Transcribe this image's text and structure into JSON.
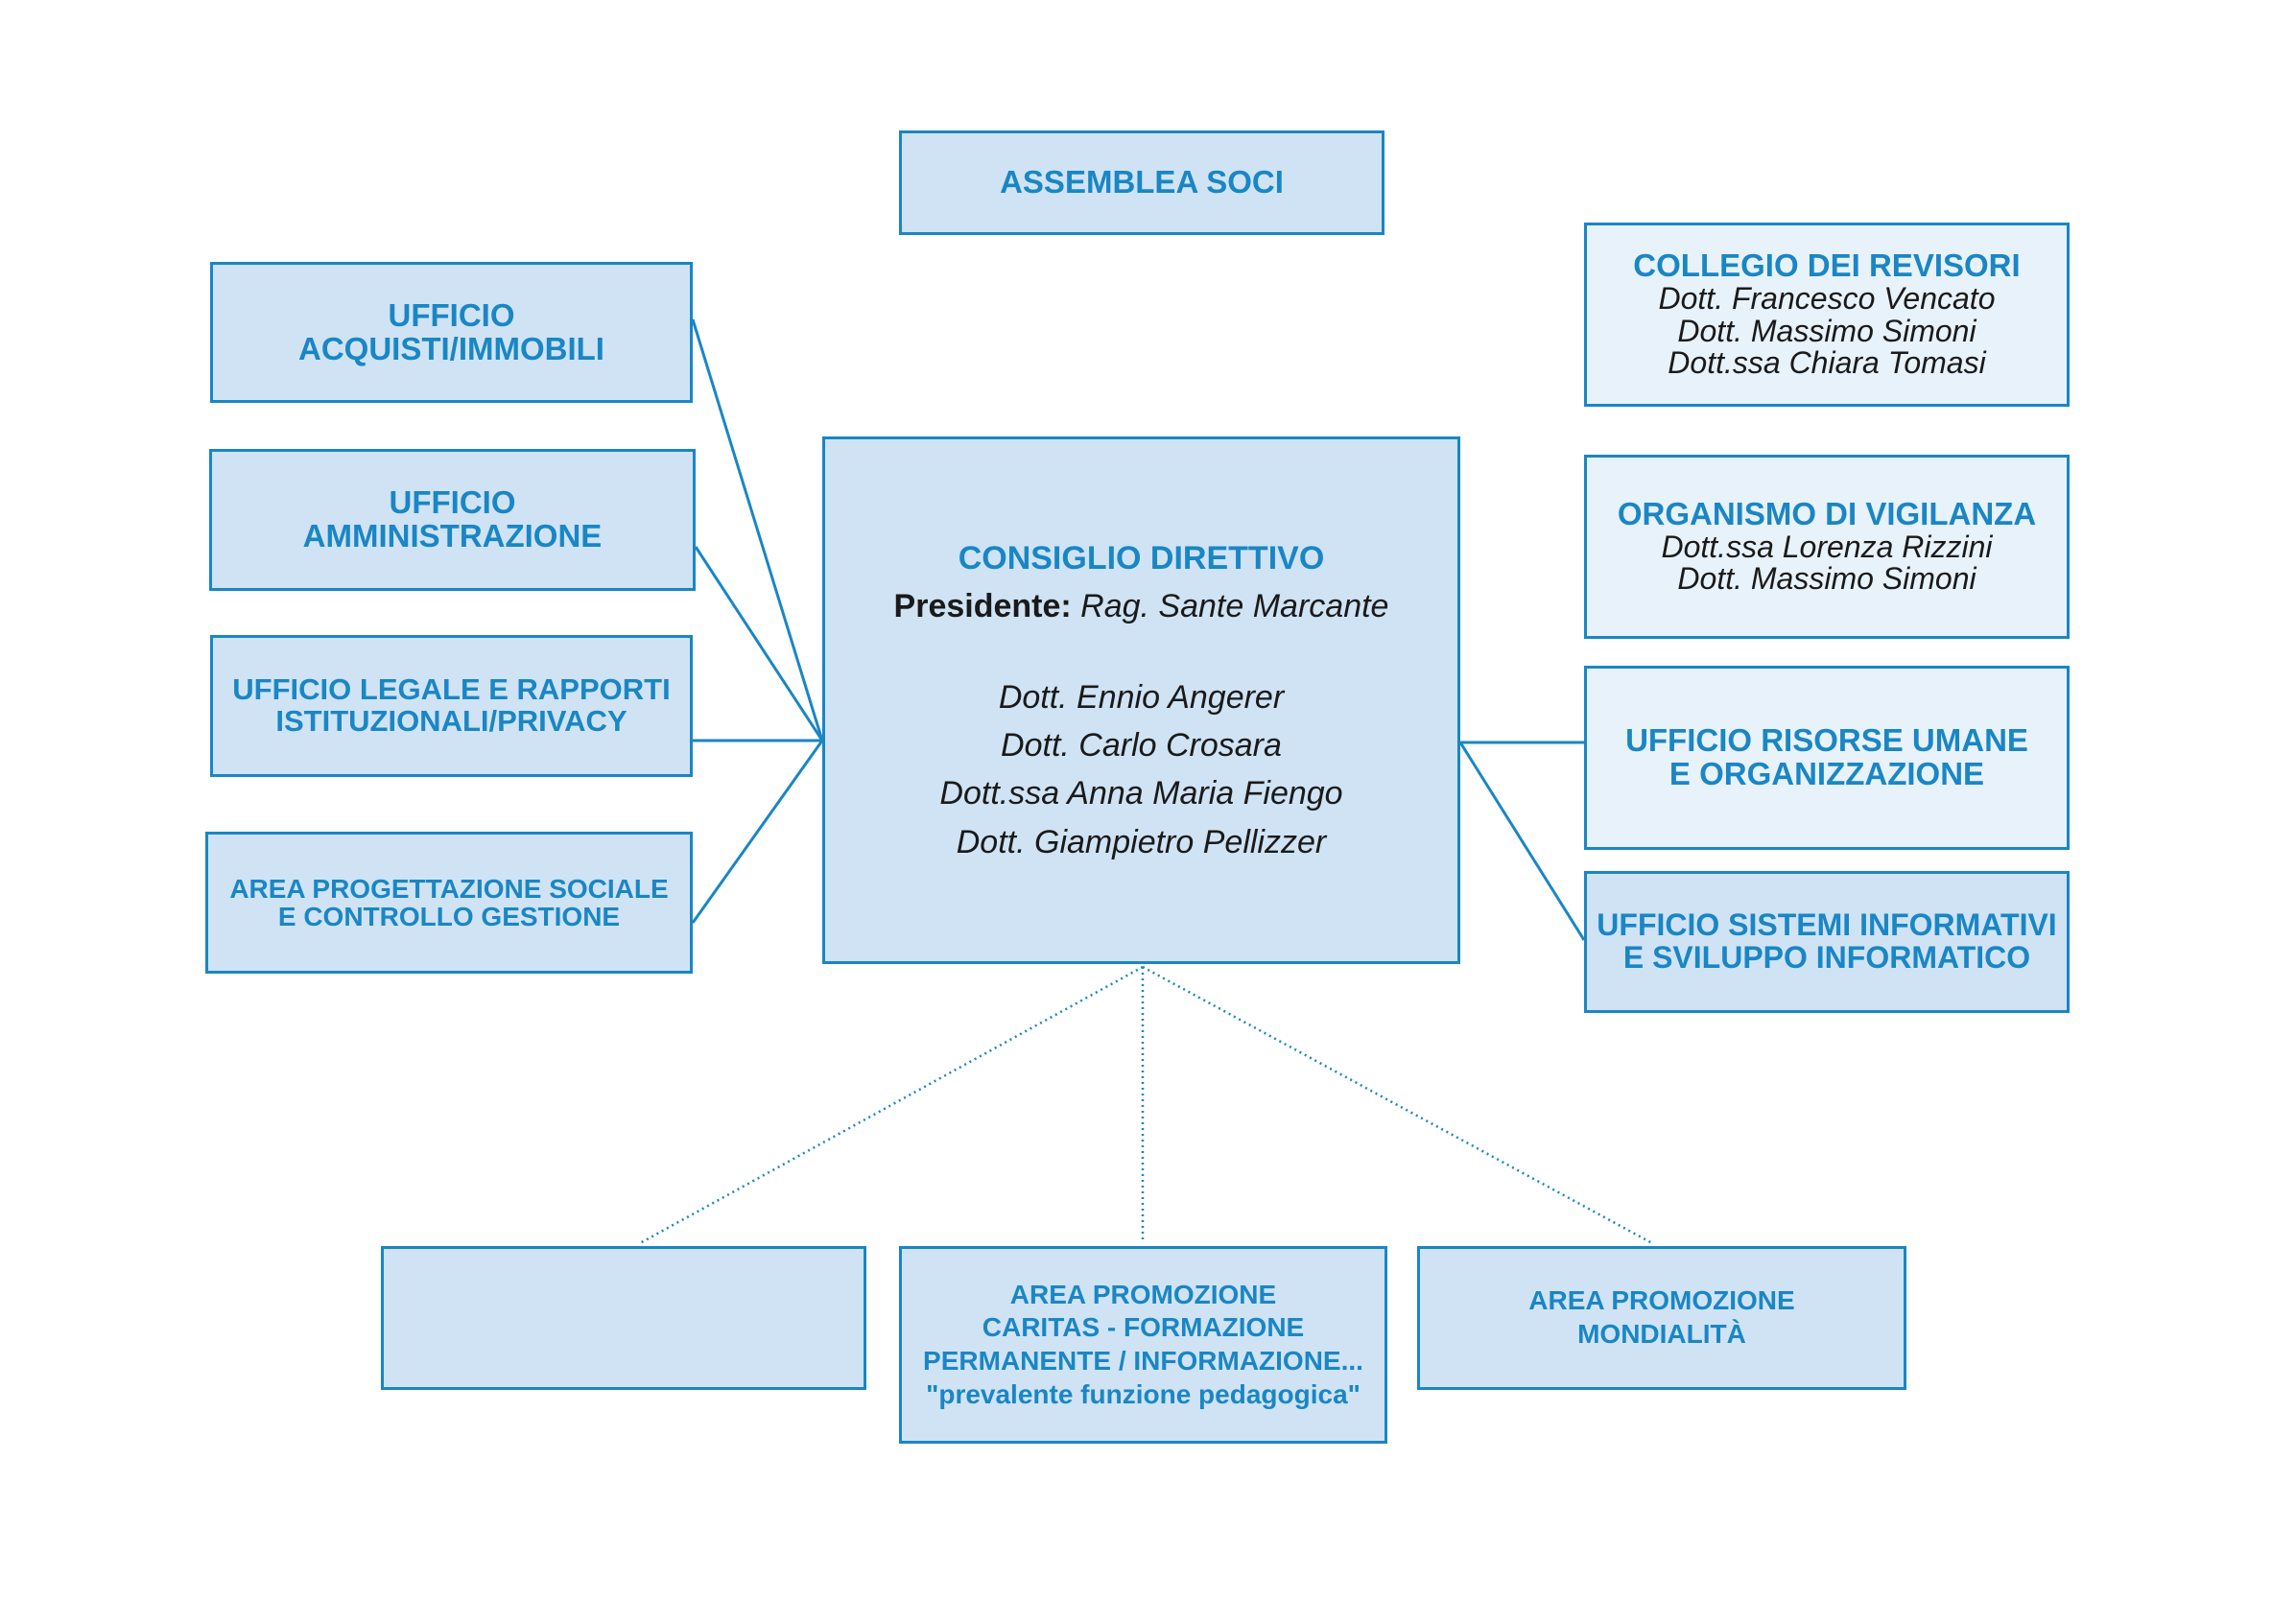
{
  "assemblea": "ASSEMBLEA SOCI",
  "consiglio": {
    "title": "CONSIGLIO DIRETTIVO",
    "president_label": "Presidente:",
    "president_name": "Rag. Sante Marcante",
    "members": [
      "Dott. Ennio Angerer",
      "Dott. Carlo Crosara",
      "Dott.ssa Anna Maria Fiengo",
      "Dott. Giampietro Pellizzer"
    ]
  },
  "left": {
    "acquisti": [
      "UFFICIO",
      "ACQUISTI/IMMOBILI"
    ],
    "amministrazione": [
      "UFFICIO",
      "AMMINISTRAZIONE"
    ],
    "legale": [
      "UFFICIO LEGALE E RAPPORTI",
      "ISTITUZIONALI/PRIVACY"
    ],
    "progettazione": [
      "AREA PROGETTAZIONE SOCIALE",
      "E CONTROLLO GESTIONE"
    ]
  },
  "right": {
    "revisori": {
      "title": "COLLEGIO DEI REVISORI",
      "members": [
        "Dott. Francesco Vencato",
        "Dott. Massimo Simoni",
        "Dott.ssa Chiara Tomasi"
      ]
    },
    "vigilanza": {
      "title": "ORGANISMO DI VIGILANZA",
      "members": [
        "Dott.ssa Lorenza Rizzini",
        "Dott. Massimo Simoni"
      ]
    },
    "risorse": [
      "UFFICIO RISORSE UMANE",
      "E ORGANIZZAZIONE"
    ],
    "sistemi": [
      "UFFICIO SISTEMI INFORMATIVI",
      "E SVILUPPO INFORMATICO"
    ]
  },
  "bottom": {
    "promozione_caritas": [
      "AREA PROMOZIONE",
      "CARITAS - FORMAZIONE",
      "PERMANENTE / INFORMAZIONE...",
      "\"prevalente funzione pedagogica\""
    ],
    "mondialita": [
      "AREA PROMOZIONE",
      "MONDIALITÀ"
    ]
  },
  "colors": {
    "accent": "#1a86c4",
    "box_fill": "#cfe3f4",
    "box_fill_light": "#e8f2fb"
  }
}
